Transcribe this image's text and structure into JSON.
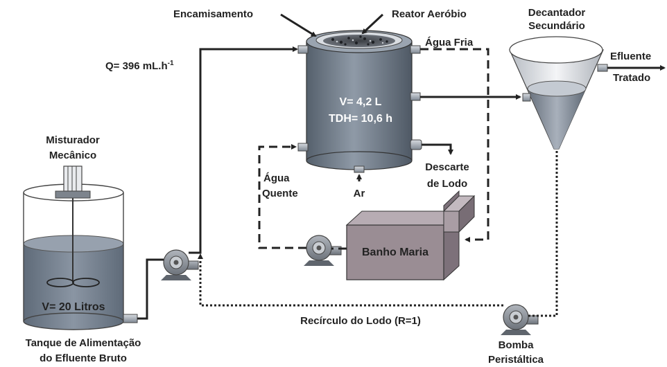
{
  "diagram": {
    "labels": {
      "encamisamento": "Encamisamento",
      "reator": "Reator Aeróbio",
      "decantador_l1": "Decantador",
      "decantador_l2": "Secundário",
      "agua_fria": "Água Fria",
      "efluente_l1": "Efluente",
      "efluente_l2": "Tratado",
      "vazao_main": "Q= 396 mL.h",
      "vazao_exp": "-1",
      "reactor_volume": "V= 4,2 L",
      "tdh": "TDH= 10,6 h",
      "misturador_l1": "Misturador",
      "misturador_l2": "Mecânico",
      "agua_quente_l1": "Água",
      "agua_quente_l2": "Quente",
      "ar": "Ar",
      "descarte_l1": "Descarte",
      "descarte_l2": "de Lodo",
      "banho_maria": "Banho Maria",
      "tank_volume": "V= 20 Litros",
      "recirculo": "Recírculo do Lodo (R=1)",
      "tanque_l1": "Tanque de Alimentação",
      "tanque_l2": "do Efluente Bruto",
      "bomba_l1": "Bomba",
      "bomba_l2": "Peristáltica"
    },
    "colors": {
      "liquid": "#6f7a88",
      "reactor_body": "#6b7784",
      "bath": "#9a8d94",
      "pump": "#8e939b",
      "line": "#222222"
    }
  }
}
